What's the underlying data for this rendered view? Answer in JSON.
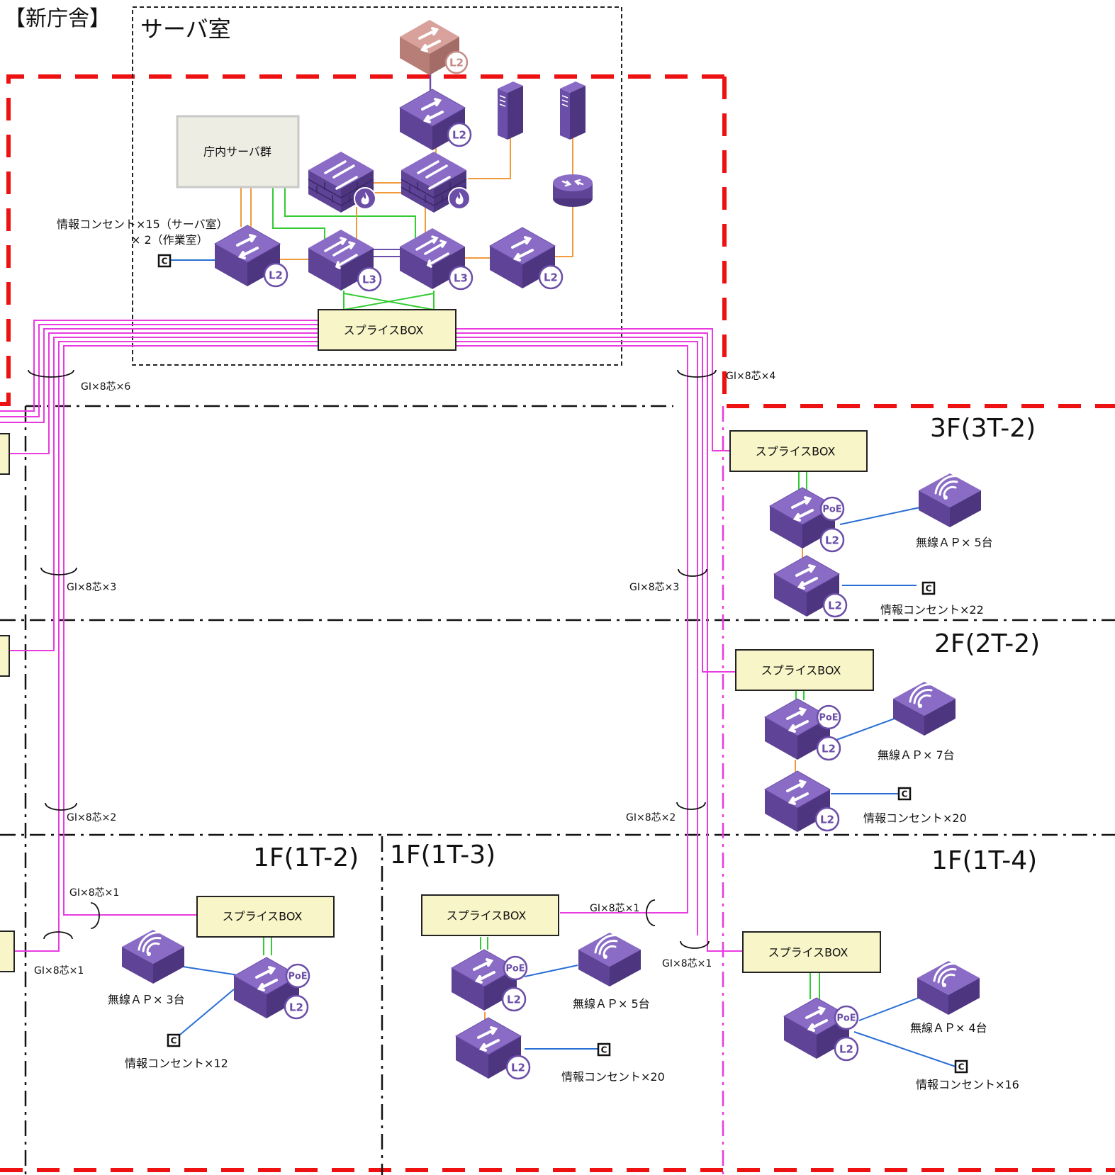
{
  "building_title": "【新庁舎】",
  "server_room": {
    "title": "サーバ室",
    "server_group": "庁内サーバ群",
    "outlet_note_1": "情報コンセント×15（サーバ室）",
    "outlet_note_2": "× 2（作業室）",
    "splice": "スプライスBOX"
  },
  "badges": {
    "l2": "L2",
    "l3": "L3",
    "poe": "PoE",
    "outlet": "C"
  },
  "fiber_labels": {
    "left_main": "GI×8芯×6",
    "right_main": "GI×8芯×4",
    "left_3f": "GI×8芯×3",
    "right_3f": "GI×8芯×3",
    "left_2f": "GI×8芯×2",
    "right_2f": "GI×8芯×2",
    "left_1f_a": "GI×8芯×1",
    "left_1f_b": "GI×8芯×1",
    "mid_1f": "GI×8芯×1",
    "right_1f": "GI×8芯×1"
  },
  "floors": {
    "f3": {
      "title": "3F(3T-2)",
      "splice": "スプライスBOX",
      "ap": "無線ＡＰ× 5台",
      "outlet": "情報コンセント×22"
    },
    "f2": {
      "title": "2F(2T-2)",
      "splice": "スプライスBOX",
      "ap": "無線ＡＰ× 7台",
      "outlet": "情報コンセント×20"
    },
    "f1_2": {
      "title": "1F(1T-2)",
      "splice": "スプライスBOX",
      "ap": "無線ＡＰ× 3台",
      "outlet": "情報コンセント×12"
    },
    "f1_3": {
      "title": "1F(1T-3)",
      "splice": "スプライスBOX",
      "ap": "無線ＡＰ× 5台",
      "outlet": "情報コンセント×20"
    },
    "f1_4": {
      "title": "1F(1T-4)",
      "splice": "スプライスBOX",
      "ap": "無線ＡＰ× 4台",
      "outlet": "情報コンセント×16"
    }
  },
  "colors": {
    "device": "#6b4ea8",
    "device_top": "#8a6cc6",
    "external_switch": "#c48b86",
    "fiber": "#e83be0",
    "utp": "#f09a3c",
    "stack": "#33cc33",
    "data_line": "#2a6fd6",
    "scope": "#ee1111",
    "splice_fill": "#f8f6c8",
    "server_fill": "#eeede4"
  }
}
